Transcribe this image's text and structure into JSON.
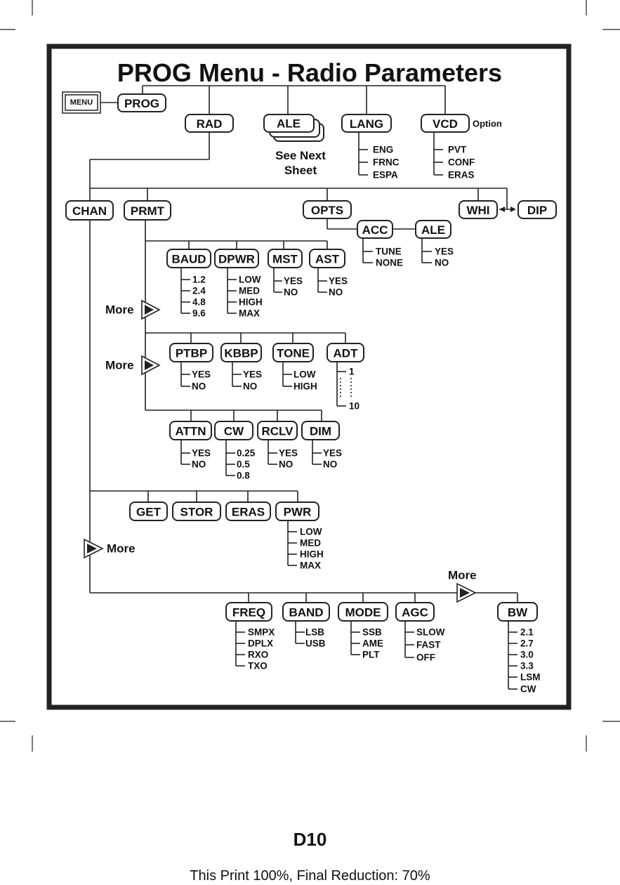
{
  "title": "PROG Menu - Radio Parameters",
  "menu_key": "MENU",
  "option_note": "Option",
  "see_next_sheet": [
    "See Next",
    "Sheet"
  ],
  "more_label": "More",
  "nodes": {
    "prog": "PROG",
    "rad": "RAD",
    "ale_top": "ALE",
    "lang": "LANG",
    "vcd": "VCD",
    "chan": "CHAN",
    "prmt": "PRMT",
    "opts": "OPTS",
    "whi": "WHI",
    "dip": "DIP",
    "acc": "ACC",
    "ale_opts": "ALE",
    "baud": "BAUD",
    "dpwr": "DPWR",
    "mst": "MST",
    "ast": "AST",
    "ptbp": "PTBP",
    "kbbp": "KBBP",
    "tone": "TONE",
    "adt": "ADT",
    "attn": "ATTN",
    "cw": "CW",
    "rclv": "RCLV",
    "dim": "DIM",
    "get": "GET",
    "stor": "STOR",
    "eras": "ERAS",
    "pwr": "PWR",
    "freq": "FREQ",
    "band": "BAND",
    "mode": "MODE",
    "agc": "AGC",
    "bw": "BW"
  },
  "options": {
    "lang": [
      "ENG",
      "FRNC",
      "ESPA"
    ],
    "vcd": [
      "PVT",
      "CONF",
      "ERAS"
    ],
    "acc": [
      "TUNE",
      "NONE"
    ],
    "ale_opts": [
      "YES",
      "NO"
    ],
    "baud": [
      "1.2",
      "2.4",
      "4.8",
      "9.6"
    ],
    "dpwr": [
      "LOW",
      "MED",
      "HIGH",
      "MAX"
    ],
    "mst": [
      "YES",
      "NO"
    ],
    "ast": [
      "YES",
      "NO"
    ],
    "ptbp": [
      "YES",
      "NO"
    ],
    "kbbp": [
      "YES",
      "NO"
    ],
    "tone": [
      "LOW",
      "HIGH"
    ],
    "adt": [
      "1",
      "10"
    ],
    "attn": [
      "YES",
      "NO"
    ],
    "cw": [
      "0.25",
      "0.5",
      "0.8"
    ],
    "rclv": [
      "YES",
      "NO"
    ],
    "dim": [
      "YES",
      "NO"
    ],
    "pwr": [
      "LOW",
      "MED",
      "HIGH",
      "MAX"
    ],
    "freq": [
      "SMPX",
      "DPLX",
      "RXO",
      "TXO"
    ],
    "band": [
      "LSB",
      "USB"
    ],
    "mode": [
      "SSB",
      "AME",
      "PLT"
    ],
    "agc": [
      "SLOW",
      "FAST",
      "OFF"
    ],
    "bw": [
      "2.1",
      "2.7",
      "3.0",
      "3.3",
      "LSM",
      "CW"
    ]
  },
  "footer": {
    "page": "D10",
    "note": "This Print 100%, Final Reduction: 70%"
  }
}
